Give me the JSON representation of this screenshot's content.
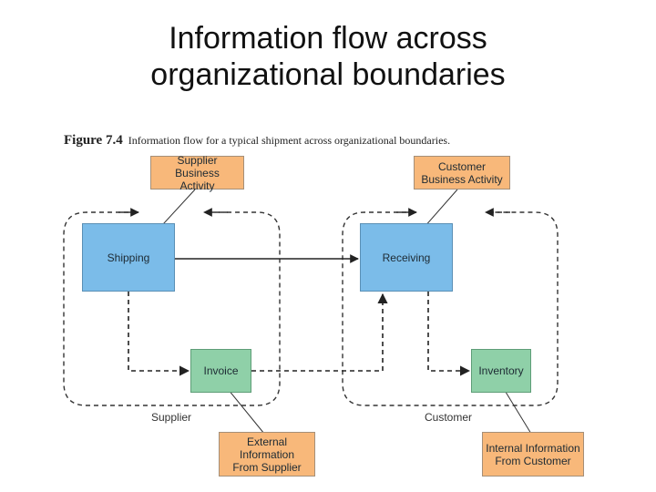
{
  "title_line1": "Information flow across",
  "title_line2": "organizational boundaries",
  "figure": {
    "number": "Figure 7.4",
    "caption": "Information flow for a typical shipment across organizational boundaries."
  },
  "nodes": {
    "supplier_activity": "Supplier Business Activity",
    "customer_activity": "Customer Business Activity",
    "shipping": "Shipping",
    "receiving": "Receiving",
    "invoice": "Invoice",
    "inventory": "Inventory",
    "external_info": "External Information From Supplier",
    "internal_info": "Internal Information From Customer"
  },
  "regions": {
    "supplier": "Supplier",
    "customer": "Customer"
  },
  "colors": {
    "process": "#7bbce9",
    "document": "#8fd0a8",
    "annotation": "#f8b87a"
  }
}
